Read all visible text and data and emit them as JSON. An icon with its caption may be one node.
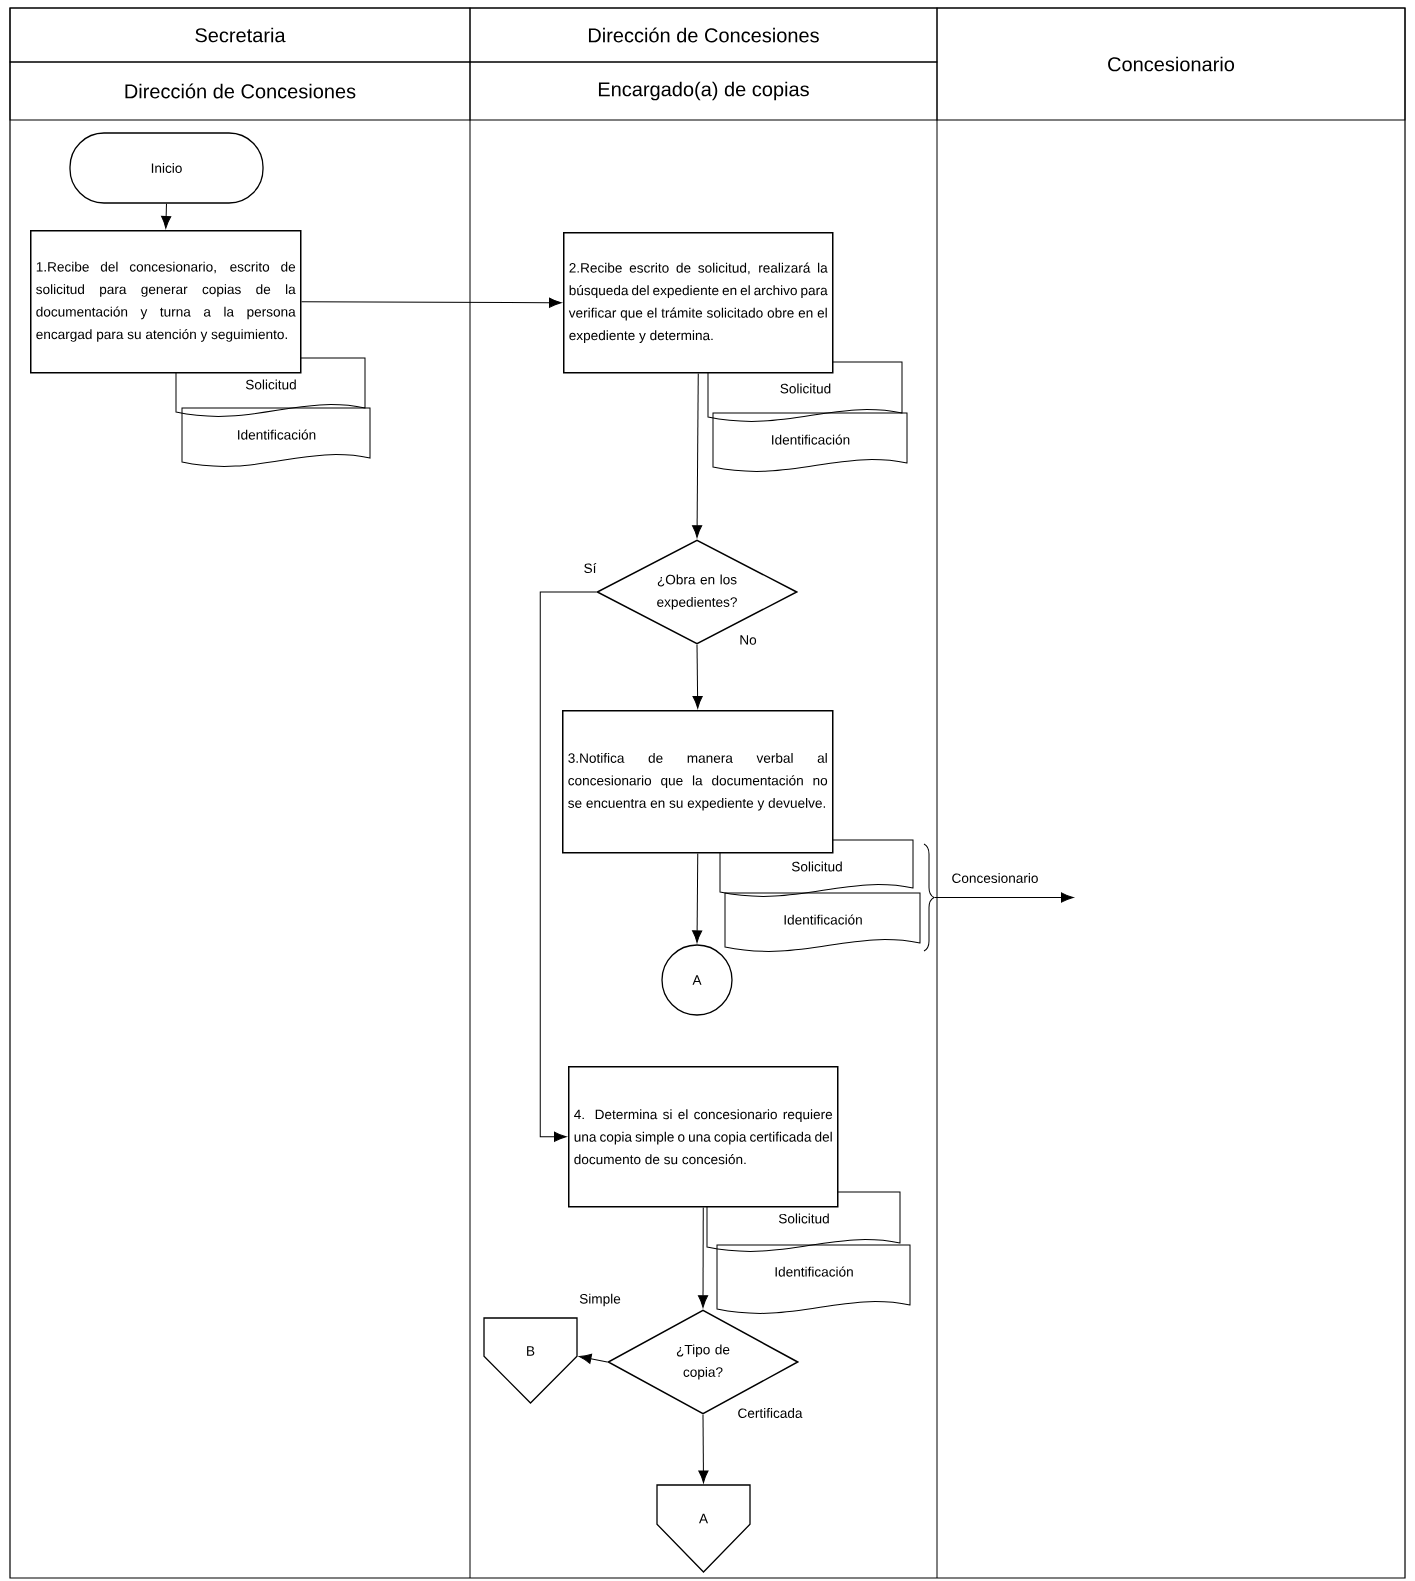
{
  "diagram": {
    "nodes": [
      {
        "text": [
          "Secretaria"
        ]
      },
      {
        "text": [
          "Dirección de Concesiones"
        ]
      },
      {
        "text": [
          "Dirección de Concesiones"
        ]
      },
      {
        "text": [
          "Encargado(a) de copias"
        ]
      },
      {
        "text": [
          "Concesionario"
        ]
      },
      {
        "text": [
          "Inicio"
        ]
      },
      {
        "text": [
          "1.Recibe del concesionario, escrito de solicitud para generar copias de la documentación y turna a la persona encargad para su atención y seguimiento."
        ]
      },
      {
        "text": [
          "Solicitud"
        ]
      },
      {
        "text": [
          "Identificación"
        ]
      },
      {
        "text": [
          "2.Recibe escrito de solicitud, realizará la búsqueda del expediente en el archivo para verificar que el trámite solicitado obre en el expediente y determina."
        ]
      },
      {
        "text": [
          "Solicitud"
        ]
      },
      {
        "text": [
          "Identificación"
        ]
      },
      {
        "text": [
          "¿Obra en los expedientes?"
        ]
      },
      {
        "text": [
          "3.Notifica de manera verbal al concesionario que la documentación no se encuentra en su expediente y devuelve."
        ]
      },
      {
        "text": [
          "Solicitud"
        ]
      },
      {
        "text": [
          "Identificación"
        ]
      },
      {
        "text": [
          "A"
        ]
      },
      {
        "text": [
          "4. Determina si el concesionario requiere una copia simple o una copia certificada del documento de su concesión."
        ]
      },
      {
        "text": [
          "Solicitud"
        ]
      },
      {
        "text": [
          "Identificación"
        ]
      },
      {
        "text": [
          "¿Tipo de copia?"
        ]
      },
      {
        "text": [
          "B"
        ]
      },
      {
        "text": [
          "A"
        ]
      }
    ],
    "edges": [
      {
        "from": 5,
        "to": 6,
        "arrow": "to"
      },
      {
        "from": 6,
        "to": 9,
        "arrow": "to"
      },
      {
        "from": 9,
        "to": 12,
        "arrow": "to"
      },
      {
        "from": 12,
        "to": 17,
        "arrow": "to",
        "label": "Sí"
      },
      {
        "from": 12,
        "to": 13,
        "arrow": "to",
        "label": "No"
      },
      {
        "from": 13,
        "to": 16,
        "arrow": "to"
      },
      {
        "from": 17,
        "to": 20,
        "arrow": "to"
      },
      {
        "from": 20,
        "to": 21,
        "arrow": "to",
        "label": "Simple"
      },
      {
        "from": 20,
        "to": 22,
        "arrow": "to",
        "label": "Certificada"
      },
      {
        "from": 14,
        "to": null,
        "arrow": "to",
        "label": "Concesionario"
      },
      {
        "from": 15,
        "to": null,
        "arrow": "to"
      }
    ]
  }
}
